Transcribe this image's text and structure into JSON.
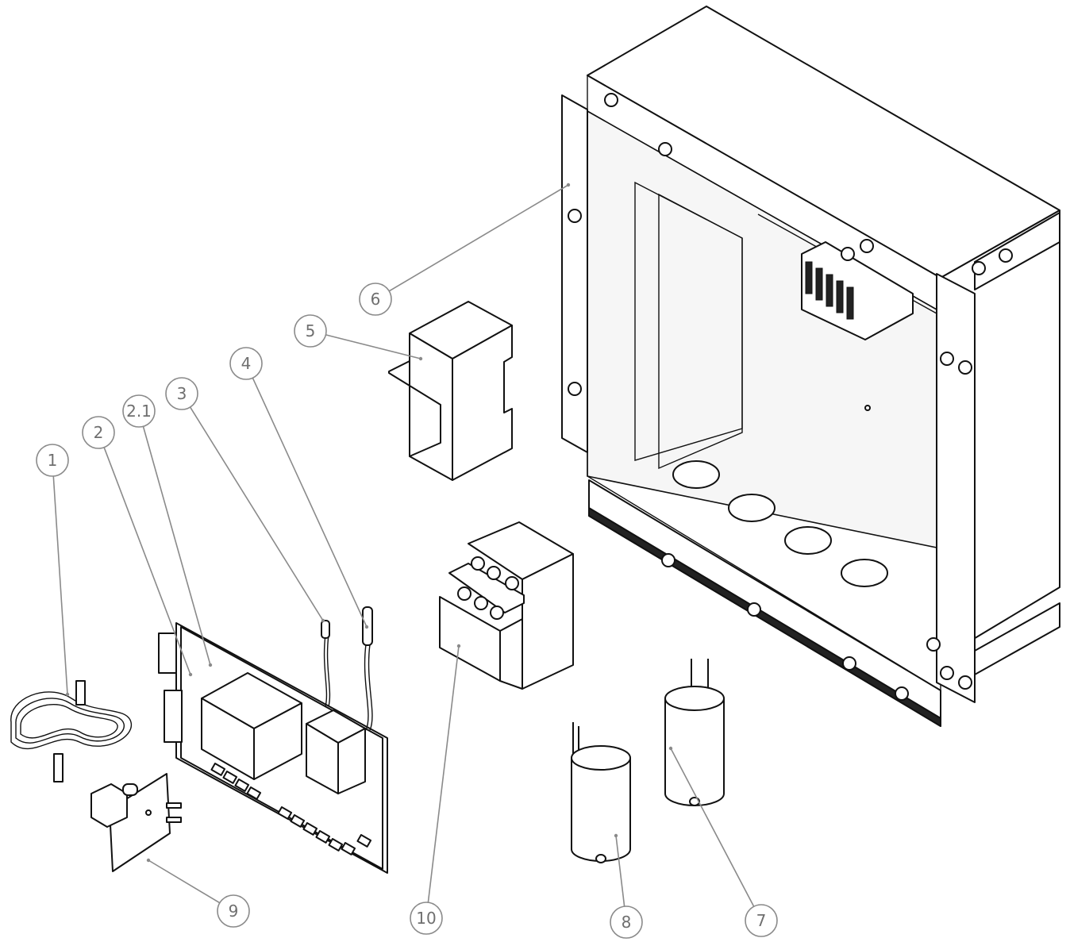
{
  "callouts": [
    {
      "id": "1",
      "label": "1"
    },
    {
      "id": "2",
      "label": "2"
    },
    {
      "id": "2.1",
      "label": "2.1"
    },
    {
      "id": "3",
      "label": "3"
    },
    {
      "id": "4",
      "label": "4"
    },
    {
      "id": "5",
      "label": "5"
    },
    {
      "id": "6",
      "label": "6"
    },
    {
      "id": "7",
      "label": "7"
    },
    {
      "id": "8",
      "label": "8"
    },
    {
      "id": "9",
      "label": "9"
    },
    {
      "id": "10",
      "label": "10"
    }
  ],
  "colors": {
    "line": "#111111",
    "leader": "#8a8a8a",
    "balloon_text": "#6f6f6f",
    "background": "#ffffff"
  }
}
